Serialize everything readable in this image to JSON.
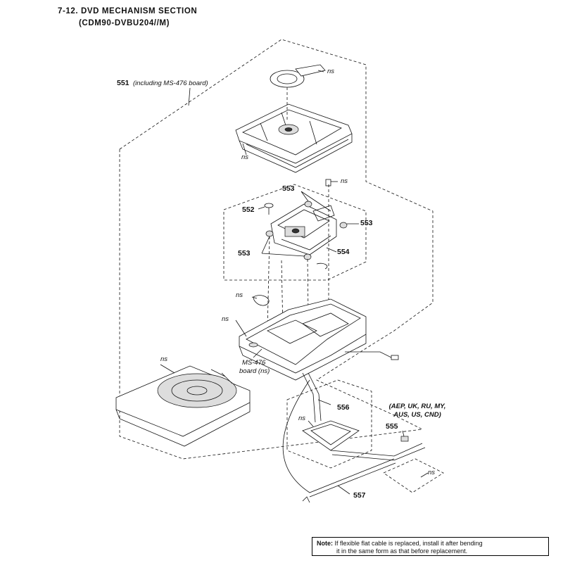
{
  "header": {
    "section_title": "7-12.  DVD  MECHANISM  SECTION",
    "model": "(CDM90-DVBU204//M)"
  },
  "labels": {
    "p551": "551",
    "p551_note": "(including MS-476 board)",
    "p552": "552",
    "p553": "553",
    "p554": "554",
    "p555": "555",
    "p556": "556",
    "p557": "557",
    "ns": "ns",
    "ms476_line1": "MS-476",
    "ms476_line2": "board (ns)",
    "regions_line1": "(AEP, UK, RU, MY,",
    "regions_line2": "AUS, US, CND)"
  },
  "note": {
    "prefix": "Note:",
    "line1": "If flexible flat cable is replaced, install it after bending",
    "line2": "it in the same form as that before replacement."
  }
}
